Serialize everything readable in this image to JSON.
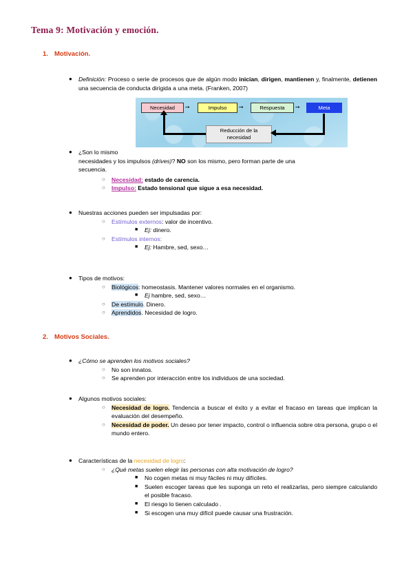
{
  "document": {
    "title": "Tema 9: Motivación y emoción."
  },
  "sections": [
    {
      "number": "1.",
      "label": "Motivación."
    },
    {
      "number": "2.",
      "label": "Motivos Sociales."
    }
  ],
  "definition": {
    "lead": "Definición:",
    "part1": " Proceso o serie de procesos que de algún modo ",
    "bold1": "inician",
    "sep1": ", ",
    "bold2": "dirigen",
    "sep2": ", ",
    "bold3": "mantienen",
    "part2": " y, finalmente, ",
    "bold4": "detienen",
    "part3": " una secuencia de conducta dirigida a una meta. (Franken, 2007)"
  },
  "diagram": {
    "name": "motivation-cycle-diagram",
    "boxes": {
      "necesidad": "Necesidad",
      "impulso": "Impulso",
      "respuesta": "Respuesta",
      "meta": "Meta",
      "reduccion_line1": "Reducción de la",
      "reduccion_line2": "necesidad"
    },
    "arrow_glyph": "➙",
    "colors": {
      "necesidad": "#f6c9ce",
      "impulso": "#ffff8f",
      "respuesta": "#d7f3d3",
      "meta": "#1f3fe8",
      "reduccion": "#ebebeb",
      "background": "#9ad2ea"
    }
  },
  "son_lo_mismo": {
    "line1": "¿Son  lo  mismo",
    "line2a": "necesidades  y  los  impulsos  ",
    "line2_it": "(drives)",
    "line2b": "? ",
    "line2_bold": "NO",
    "line2c": "  son  los  mismo,  pero  forman  parte  de  una",
    "line3": "secuencia.",
    "sub": [
      {
        "term": "Necesidad:",
        "rest": " estado de carencia."
      },
      {
        "term": "Impulso:",
        "rest": " Estado tensional que sigue a esa necesidad."
      }
    ]
  },
  "acciones": {
    "heading": "Nuestras acciones pueden ser impulsadas por:",
    "items": [
      {
        "term": "Estímulos externos",
        "rest": ": valor de incentivo.",
        "example_lead": "Ej:",
        "example_rest": " dinero."
      },
      {
        "term": "Estímulos internos:",
        "rest": "",
        "example_lead": "Ej:",
        "example_rest": " Hambre, sed, sexo…"
      }
    ]
  },
  "tipos_motivos": {
    "heading": "Tipos de motivos:",
    "items": [
      {
        "term": "Biológicos",
        "rest": ": homeostasis. Mantener valores normales en el organismo.",
        "example_lead": "Ej",
        "example_rest": "  hambre, sed, sexo…"
      },
      {
        "term": "De estímulo",
        "rest": ". Dinero."
      },
      {
        "term": "Aprendidos",
        "rest": ". Necesidad de logro."
      }
    ]
  },
  "como_se_aprenden": {
    "heading": "¿Cómo se aprenden los motivos sociales?",
    "items": [
      "No son innatos.",
      "Se aprenden por interacción entre los individuos de una sociedad."
    ]
  },
  "algunos_motivos": {
    "heading": "Algunos motivos sociales:",
    "items": [
      {
        "term": "Necesidad de logro.",
        "rest": " Tendencia a buscar el éxito y a evitar el fracaso en tareas que implican la evaluación del desempeño."
      },
      {
        "term": "Necesidad de poder.",
        "rest": " Un deseo por tener impacto, control o influencia sobre otra persona, grupo o el mundo entero."
      }
    ]
  },
  "caracteristicas": {
    "heading_pre": "Características de la ",
    "heading_hl": "necesidad de logro",
    "heading_post": ":",
    "question": "¿Qué metas suelen elegir las personas con alta motivación de logro?",
    "items": [
      "No cogen metas ni muy fáciles ni muy difíciles.",
      "Suelen  escoger  tareas  que  les  suponga  un  reto  el  realizarlas,  pero siempre calculando el posible fracaso.",
      "El riesgo lo tienen calculado .",
      "Si escogen una muy difícil puede causar una frustración."
    ]
  },
  "bullets": {
    "level1": "●",
    "level2": "○",
    "level3": "■"
  }
}
